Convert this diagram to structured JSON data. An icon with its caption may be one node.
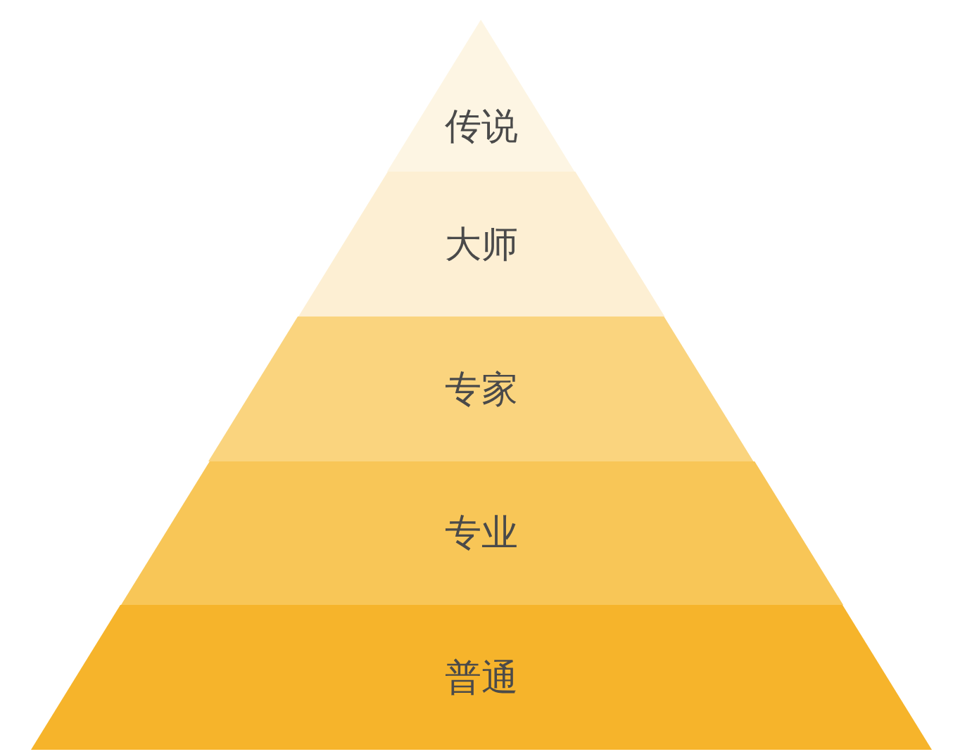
{
  "diagram": {
    "nodes": [
      {
        "text": [
          "传说"
        ]
      },
      {
        "text": [
          "大师"
        ]
      },
      {
        "text": [
          "专家"
        ]
      },
      {
        "text": [
          "专业"
        ]
      },
      {
        "text": [
          "普通"
        ]
      }
    ]
  }
}
